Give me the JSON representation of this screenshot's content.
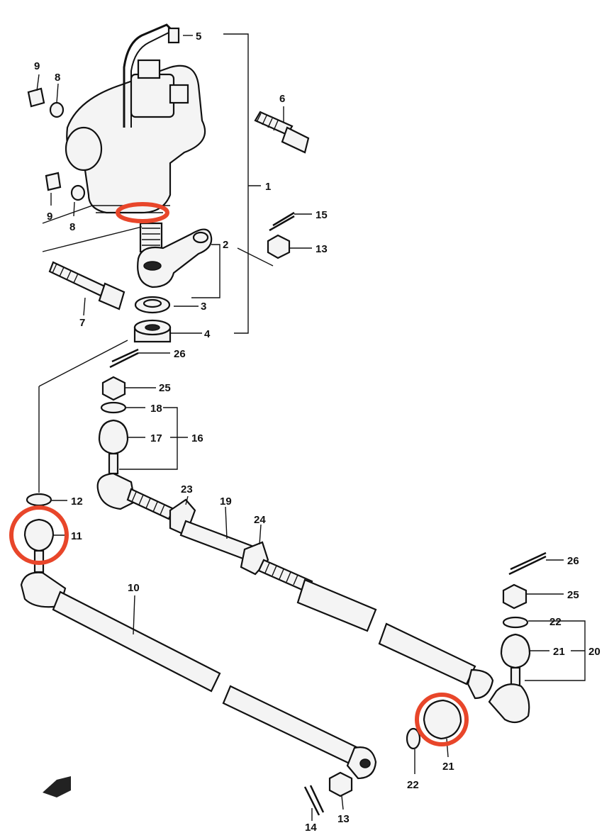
{
  "colors": {
    "highlight": "#e8462a",
    "ink": "#111111",
    "background": "#ffffff"
  },
  "labels": {
    "l1": "1",
    "l2": "2",
    "l3": "3",
    "l4": "4",
    "l5": "5",
    "l6": "6",
    "l7": "7",
    "l8a": "8",
    "l8b": "8",
    "l9a": "9",
    "l9b": "9",
    "l10": "10",
    "l11": "11",
    "l12": "12",
    "l13a": "13",
    "l13b": "13",
    "l14": "14",
    "l15": "15",
    "l16": "16",
    "l17": "17",
    "l18": "18",
    "l19": "19",
    "l20": "20",
    "l21a": "21",
    "l21b": "21",
    "l22a": "22",
    "l22b": "22",
    "l23": "23",
    "l24": "24",
    "l25a": "25",
    "l25b": "25",
    "l26a": "26",
    "l26b": "26"
  },
  "icons": {
    "forward": "forward-arrow-icon"
  }
}
